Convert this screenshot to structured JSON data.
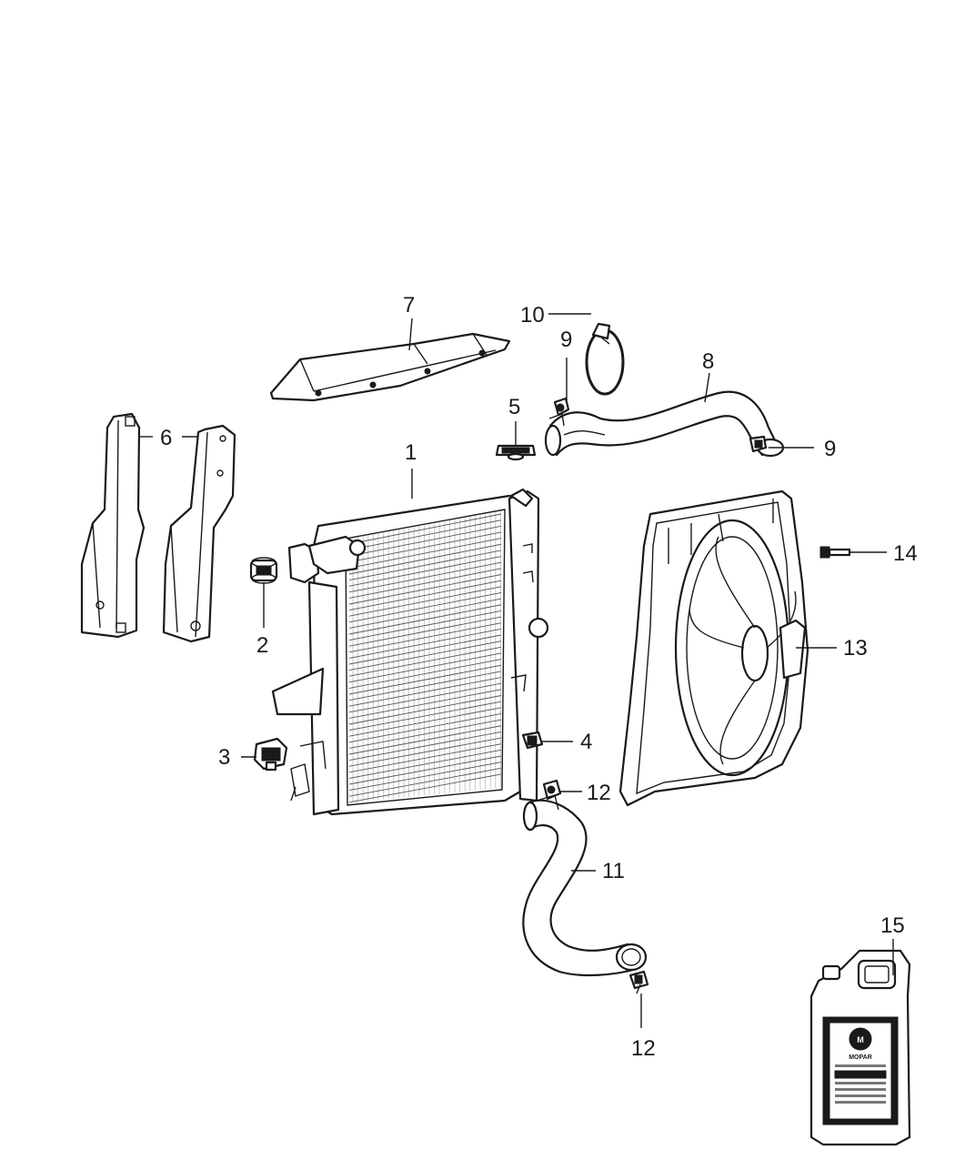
{
  "diagram": {
    "callouts": [
      {
        "id": "c1",
        "label": "1"
      },
      {
        "id": "c2",
        "label": "2"
      },
      {
        "id": "c3",
        "label": "3"
      },
      {
        "id": "c4",
        "label": "4"
      },
      {
        "id": "c5",
        "label": "5"
      },
      {
        "id": "c6",
        "label": "6"
      },
      {
        "id": "c7",
        "label": "7"
      },
      {
        "id": "c8",
        "label": "8"
      },
      {
        "id": "c9a",
        "label": "9"
      },
      {
        "id": "c9b",
        "label": "9"
      },
      {
        "id": "c10",
        "label": "10"
      },
      {
        "id": "c11",
        "label": "11"
      },
      {
        "id": "c12a",
        "label": "12"
      },
      {
        "id": "c12b",
        "label": "12"
      },
      {
        "id": "c13",
        "label": "13"
      },
      {
        "id": "c14",
        "label": "14"
      },
      {
        "id": "c15",
        "label": "15"
      }
    ],
    "coolant_jug": {
      "brand": "MOPAR"
    }
  }
}
